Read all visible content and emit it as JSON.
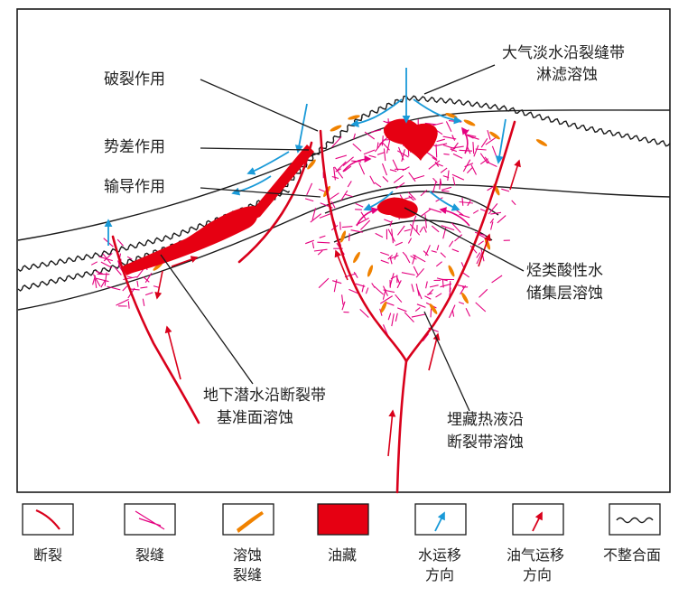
{
  "labels": {
    "top_right_1": "大气淡水沿裂缝带",
    "top_right_2": "淋滤溶蚀",
    "fracturing": "破裂作用",
    "potential": "势差作用",
    "transport": "输导作用",
    "acid_1": "烃类酸性水",
    "acid_2": "储集层溶蚀",
    "ground_1": "地下潜水沿断裂带",
    "ground_2": "基准面溶蚀",
    "hydro_1": "埋藏热液沿",
    "hydro_2": "断裂带溶蚀"
  },
  "legend": {
    "fault": "断裂",
    "fracture": "裂缝",
    "dissolution_1": "溶蚀",
    "dissolution_2": "裂缝",
    "reservoir": "油藏",
    "water_1": "水运移",
    "water_2": "方向",
    "oil_1": "油气运移",
    "oil_2": "方向",
    "unconformity": "不整合面"
  },
  "colors": {
    "fault": "#d9001b",
    "fracture": "#e4007f",
    "dissolution": "#f08200",
    "reservoir": "#e60012",
    "water": "#1a9ad8",
    "oil": "#d9001b",
    "line": "#1a1a1a"
  }
}
